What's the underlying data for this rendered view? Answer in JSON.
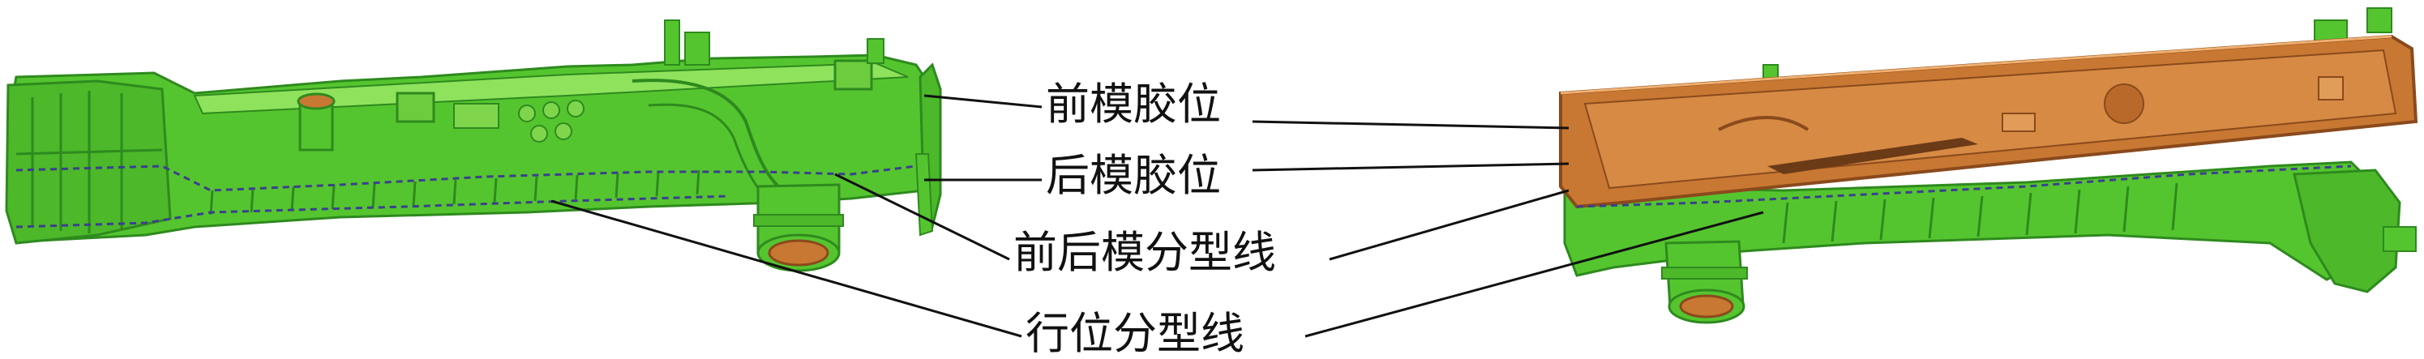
{
  "labels": {
    "front_mold_cavity": "前模胶位",
    "rear_mold_cavity": "后模胶位",
    "front_rear_parting_line": "前后模分型线",
    "slider_parting_line": "行位分型线"
  },
  "colors": {
    "part_green": "#55c52f",
    "part_green_dark": "#2e8a1e",
    "part_green_light": "#8fe25c",
    "cavity_orange": "#c87832",
    "cavity_orange_dark": "#8a4a1c",
    "parting_line": "#3b3f8f",
    "leader_line": "#111111"
  },
  "icons": {
    "left_part": "radiator-tank-front-view",
    "right_part": "radiator-tank-rear-view"
  }
}
